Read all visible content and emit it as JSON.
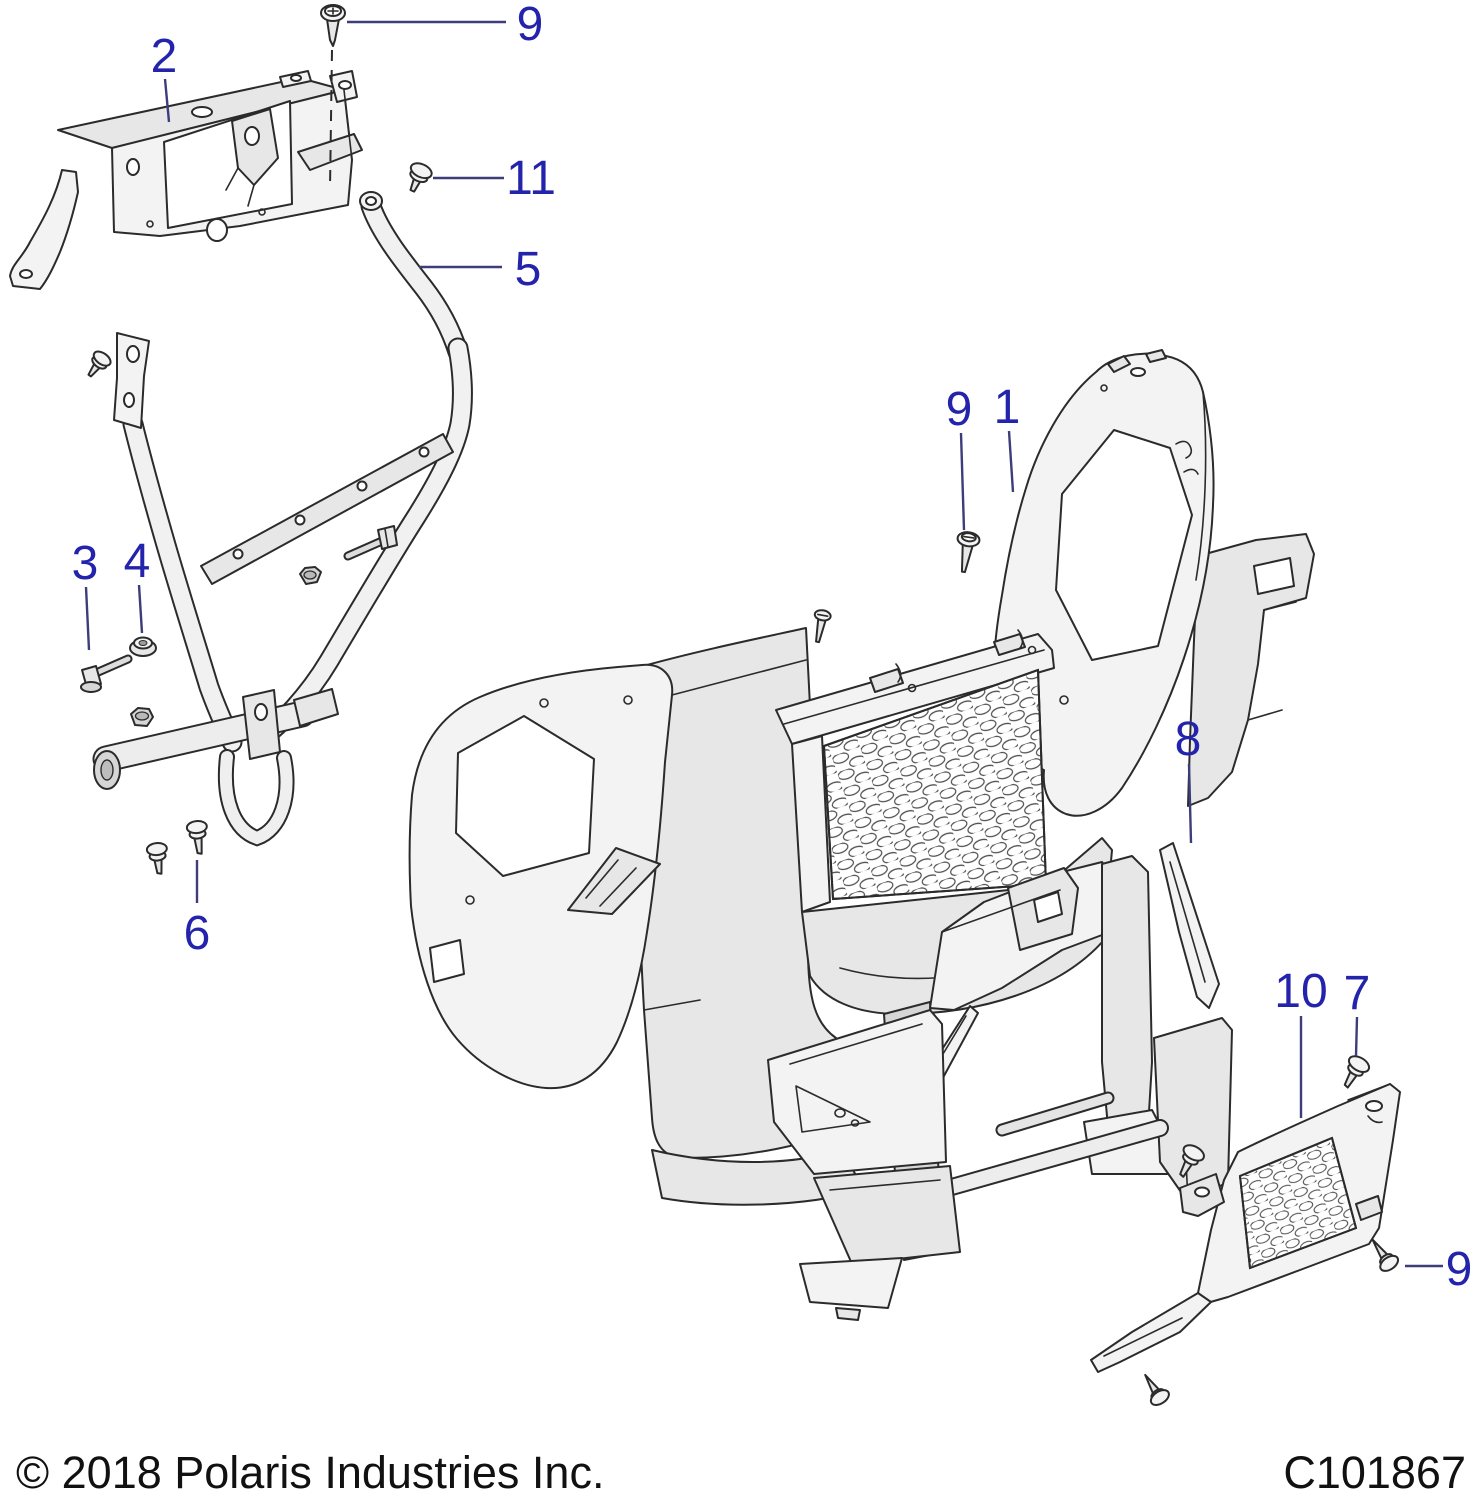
{
  "footer": {
    "copyright": "© 2018 Polaris Industries Inc.",
    "figure_code": "C101867"
  },
  "colors": {
    "callout_blue": "#2323ab",
    "leader_blue": "#3d3d7a",
    "line_black": "#2b2b2b",
    "background": "#ffffff"
  },
  "callouts": {
    "c9_top": "9",
    "c2": "2",
    "c11": "11",
    "c5": "5",
    "c9_mid": "9",
    "c1": "1",
    "c3": "3",
    "c4": "4",
    "c8": "8",
    "c6": "6",
    "c10": "10",
    "c7": "7",
    "c9_bottom": "9"
  }
}
